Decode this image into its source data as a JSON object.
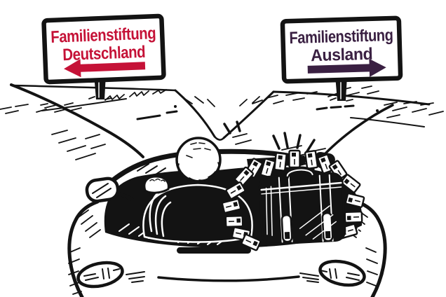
{
  "page": {
    "background_color": "#ffffff",
    "ink_color": "#131313",
    "caption": "Cartoon line-art: man driving a convertible with a suitcase full of money toward a fork in the road"
  },
  "scene": {
    "elements": [
      "fork-in-road",
      "grass-hatching",
      "convertible-rear-view",
      "driver",
      "driver-seat",
      "left-wing-mirror",
      "right-wing-mirror",
      "money-suitcase",
      "banknotes",
      "tail-lights",
      "signpost-left",
      "signpost-right"
    ]
  },
  "signs": {
    "left": {
      "line1": "Familienstiftung",
      "line2": "Deutschland",
      "text_color": "#c51237",
      "arrow_color": "#c51237",
      "arrow_direction": "left"
    },
    "right": {
      "line1": "Familienstiftung",
      "line2": "Ausland",
      "text_color": "#3a2042",
      "arrow_color": "#3a2042",
      "arrow_direction": "right"
    }
  }
}
